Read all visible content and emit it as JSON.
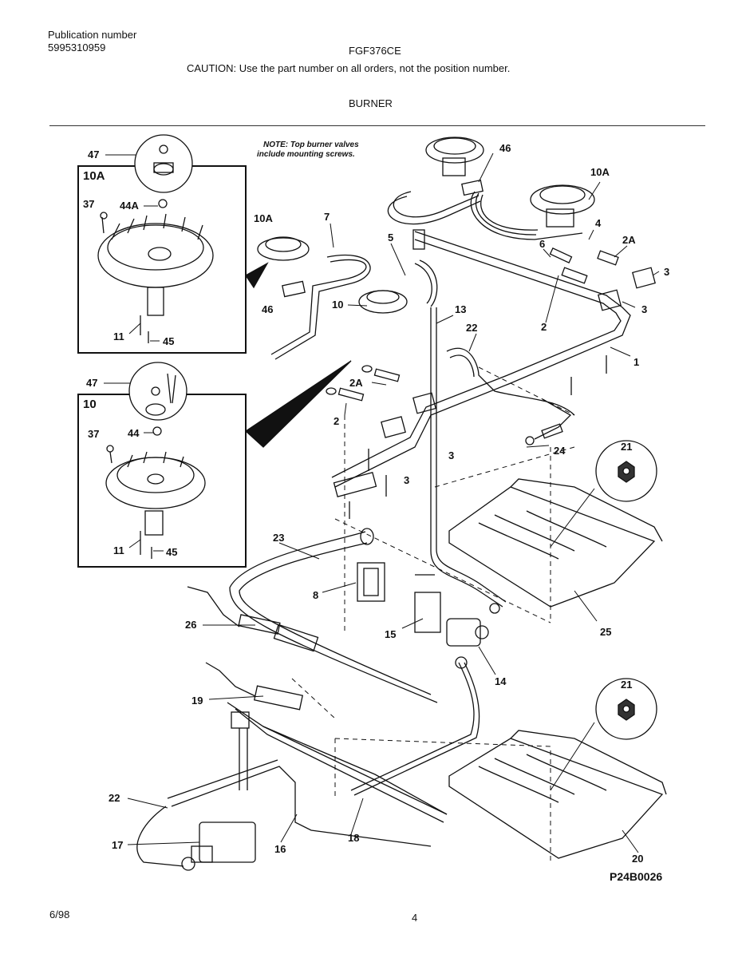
{
  "header": {
    "publication_label": "Publication number",
    "publication_number": "5995310959",
    "model": "FGF376CE",
    "caution": "CAUTION:  Use the part number on all orders, not the position number.",
    "section": "BURNER"
  },
  "note": {
    "line1": "NOTE: Top burner valves",
    "line2": "include mounting screws."
  },
  "callouts": {
    "c47a": "47",
    "c10A_box": "10A",
    "c37a": "37",
    "c44A": "44A",
    "c11a": "11",
    "c45a": "45",
    "c47b": "47",
    "c10_box": "10",
    "c37b": "37",
    "c44": "44",
    "c11b": "11",
    "c45b": "45",
    "c10A_mid": "10A",
    "c7": "7",
    "c5": "5",
    "c46_mid": "46",
    "c10_mid": "10",
    "c13": "13",
    "c22a": "22",
    "c2A_mid": "2A",
    "c2_mid": "2",
    "c3_mid1": "3",
    "c3_mid2": "3",
    "c46_top": "46",
    "c10A_top": "10A",
    "c4": "4",
    "c6": "6",
    "c2A_right": "2A",
    "c3_r1": "3",
    "c3_r2": "3",
    "c2_right": "2",
    "c1": "1",
    "c24": "24",
    "c21a": "21",
    "c25": "25",
    "c23": "23",
    "c8": "8",
    "c26": "26",
    "c15": "15",
    "c14": "14",
    "c19": "19",
    "c21b": "21",
    "c22b": "22",
    "c17": "17",
    "c16": "16",
    "c18": "18",
    "c20": "20"
  },
  "figure_id": "P24B0026",
  "footer": {
    "date": "6/98",
    "page": "4"
  }
}
